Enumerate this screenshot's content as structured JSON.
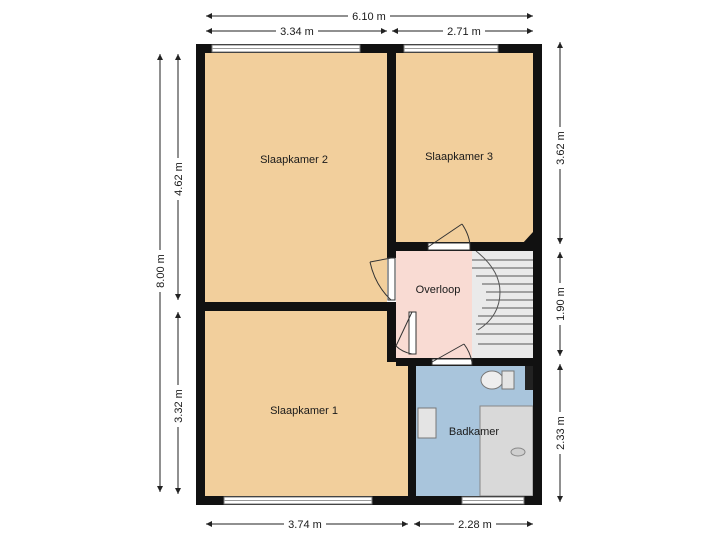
{
  "rooms": {
    "slaapkamer2": "Slaapkamer 2",
    "slaapkamer3": "Slaapkamer 3",
    "overloop": "Overloop",
    "slaapkamer1": "Slaapkamer 1",
    "badkamer": "Badkamer"
  },
  "dimensions": {
    "top_total": "6.10 m",
    "top_left": "3.34 m",
    "top_right": "2.71 m",
    "bottom_left": "3.74 m",
    "bottom_right": "2.28 m",
    "left_total": "8.00 m",
    "left_top": "4.62 m",
    "left_bottom": "3.32 m",
    "right_top": "3.62 m",
    "right_middle": "1.90 m",
    "right_bottom": "2.33 m"
  },
  "colors": {
    "bedroom": "#f2cf9c",
    "landing": "#f9dbd3",
    "bathroom": "#a9c5dc",
    "stairs": "#eaeaea",
    "fixtures": "#d9d9d9",
    "wall": "#111111"
  }
}
